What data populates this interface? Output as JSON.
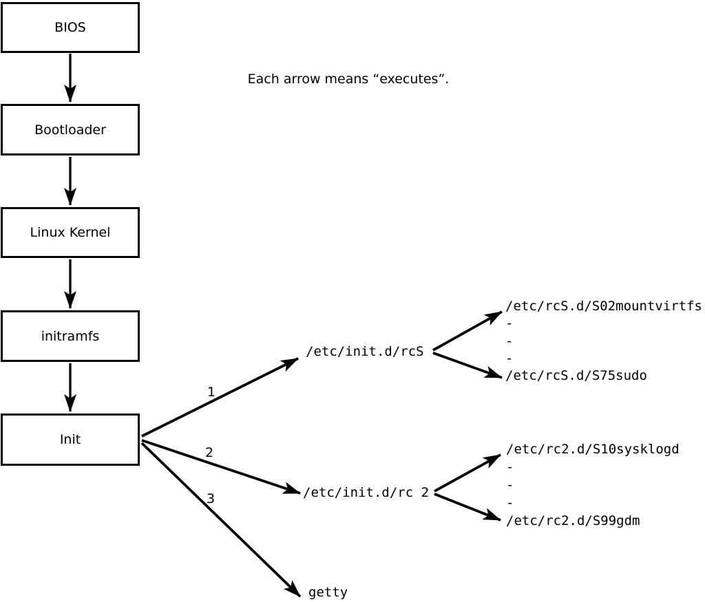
{
  "colors": {
    "foreground": "#000000",
    "background": "#ffffff"
  },
  "note": "Each arrow means “executes”.",
  "flow_boxes": [
    {
      "label": "BIOS"
    },
    {
      "label": "Bootloader"
    },
    {
      "label": "Linux Kernel"
    },
    {
      "label": "initramfs"
    },
    {
      "label": "Init"
    }
  ],
  "branch_numbers": [
    "1",
    "2",
    "3"
  ],
  "scripts": {
    "rcS": {
      "label": "/etc/init.d/rcS",
      "children": [
        "/etc/rcS.d/S02mountvirtfs",
        "-",
        "-",
        "-",
        "/etc/rcS.d/S75sudo"
      ]
    },
    "rc2": {
      "label": "/etc/init.d/rc 2",
      "children": [
        "/etc/rc2.d/S10sysklogd",
        "-",
        "-",
        "-",
        "/etc/rc2.d/S99gdm"
      ]
    },
    "getty": {
      "label": "getty"
    }
  }
}
